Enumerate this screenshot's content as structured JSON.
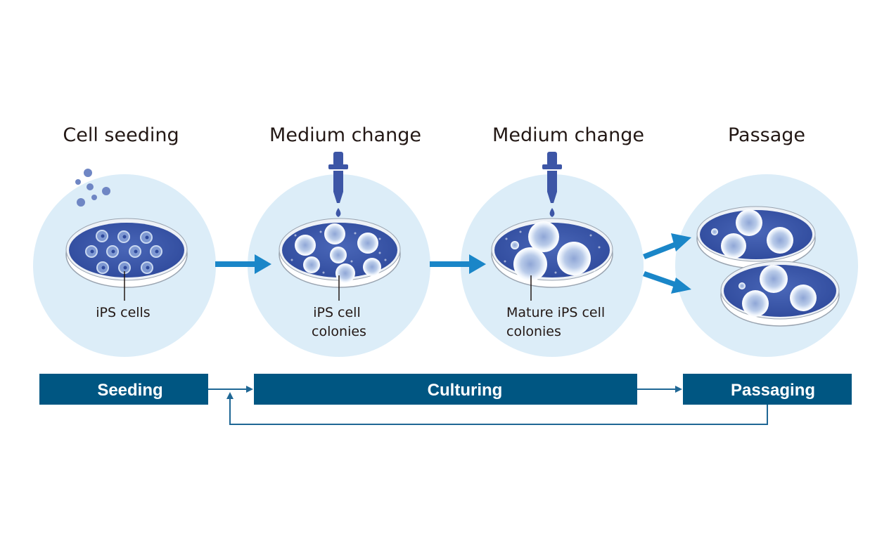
{
  "stages": [
    {
      "title": "Cell seeding",
      "label_lines": [
        "iPS cells"
      ]
    },
    {
      "title": "Medium change",
      "label_lines": [
        "iPS cell",
        "colonies"
      ]
    },
    {
      "title": "Medium change",
      "label_lines": [
        "Mature iPS cell",
        "colonies"
      ]
    },
    {
      "title": "Passage",
      "label_lines": []
    }
  ],
  "process_bar": {
    "seeding": "Seeding",
    "culturing": "Culturing",
    "passaging": "Passaging"
  },
  "colors": {
    "circle_bg": "#dcedf8",
    "arrow": "#1a86c8",
    "bar": "#005682",
    "flow_line": "#1f6795",
    "dish_medium": "#3a55a8",
    "colony": "#e6f0fb",
    "dropper": "#3d56a6"
  },
  "icons": [
    "petri-dish-icon",
    "dropper-icon",
    "cell-particles-icon",
    "flow-arrow-icon"
  ]
}
